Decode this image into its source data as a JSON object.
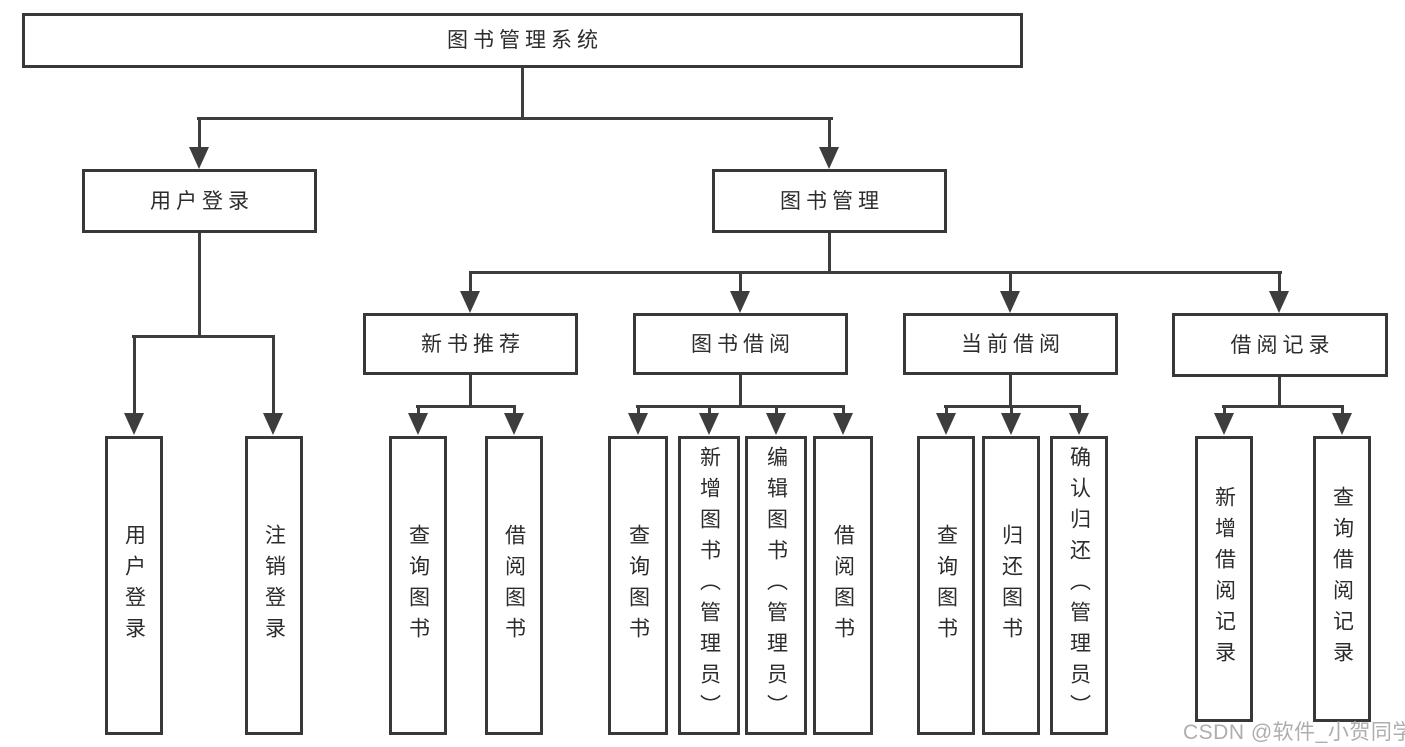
{
  "tree": {
    "label": "图书管理系统",
    "children": [
      {
        "label": "用户登录",
        "children": [
          {
            "label": "用户登录"
          },
          {
            "label": "注销登录"
          }
        ]
      },
      {
        "label": "图书管理",
        "children": [
          {
            "label": "新书推荐",
            "children": [
              {
                "label": "查询图书"
              },
              {
                "label": "借阅图书"
              }
            ]
          },
          {
            "label": "图书借阅",
            "children": [
              {
                "label": "查询图书"
              },
              {
                "label": "新增图书（管理员）"
              },
              {
                "label": "编辑图书（管理员）"
              },
              {
                "label": "借阅图书"
              }
            ]
          },
          {
            "label": "当前借阅",
            "children": [
              {
                "label": "查询图书"
              },
              {
                "label": "归还图书"
              },
              {
                "label": "确认归还（管理员）"
              }
            ]
          },
          {
            "label": "借阅记录",
            "children": [
              {
                "label": "新增借阅记录"
              },
              {
                "label": "查询借阅记录"
              }
            ]
          }
        ]
      }
    ]
  },
  "watermark": {
    "text": "CSDN @软件_小贺同学"
  },
  "colors": {
    "line": "#3d3d3d",
    "box_border": "#383838",
    "text": "#2c2c2c",
    "watermark": "#aeaeae",
    "background": "#ffffff"
  }
}
